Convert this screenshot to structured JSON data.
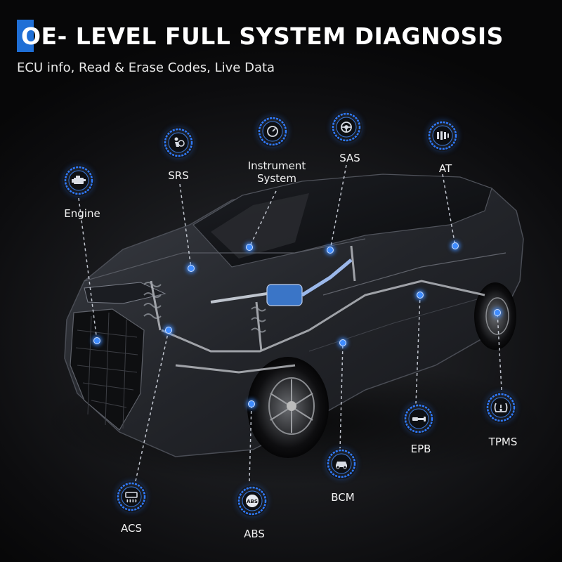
{
  "header": {
    "title": "OE- LEVEL FULL SYSTEM DIAGNOSIS",
    "subtitle": "ECU info, Read & Erase Codes, Live Data"
  },
  "colors": {
    "accent": "#1f6fd6",
    "node_ring": "#2f7bff",
    "dot": "#3f8cff",
    "background": "#111214"
  },
  "systems": [
    {
      "id": "engine",
      "label": "Engine",
      "icon": "engine-icon"
    },
    {
      "id": "srs",
      "label": "SRS",
      "icon": "airbag-icon"
    },
    {
      "id": "instrument",
      "label": "Instrument\nSystem",
      "icon": "gauge-icon"
    },
    {
      "id": "sas",
      "label": "SAS",
      "icon": "steering-wheel-icon"
    },
    {
      "id": "at",
      "label": "AT",
      "icon": "transmission-icon"
    },
    {
      "id": "acs",
      "label": "ACS",
      "icon": "air-conditioning-icon"
    },
    {
      "id": "abs",
      "label": "ABS",
      "icon": "abs-icon",
      "icon_text": "ABS"
    },
    {
      "id": "bcm",
      "label": "BCM",
      "icon": "car-body-icon"
    },
    {
      "id": "epb",
      "label": "EPB",
      "icon": "parking-brake-icon"
    },
    {
      "id": "tpms",
      "label": "TPMS",
      "icon": "tire-pressure-icon"
    }
  ]
}
